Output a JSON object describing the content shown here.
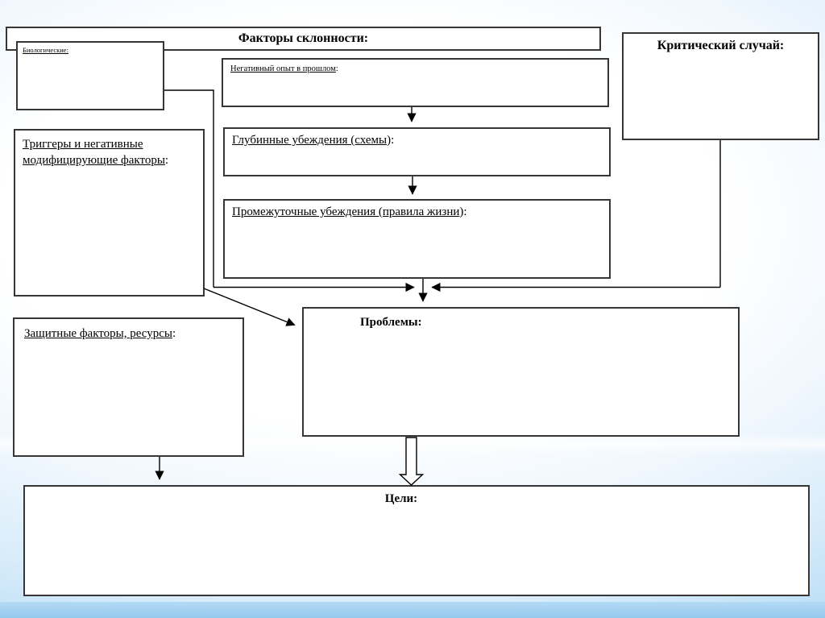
{
  "slide": {
    "title_bar": {
      "label": "Факторы склонности:"
    },
    "boxes": {
      "biological": {
        "label": "Биологические:",
        "suffix": ""
      },
      "negative_experience": {
        "label": "Негативный опыт в прошлом",
        "suffix": ":"
      },
      "core_beliefs": {
        "label": "Глубинные убеждения (схемы",
        "suffix": "):"
      },
      "intermediate_beliefs": {
        "label": "Промежуточные убеждения (правила жизни",
        "suffix": "):"
      },
      "triggers": {
        "label": "Триггеры и негативные модифицирующие факторы",
        "suffix": ":"
      },
      "critical_incident": {
        "label": "Критический случай:"
      },
      "protective_factors": {
        "label": "Защитные факторы, ресурсы",
        "suffix": ":"
      },
      "problems": {
        "label": "Проблемы:"
      },
      "goals": {
        "label": "Цели:"
      }
    },
    "colors": {
      "box_border": "#363636",
      "box_fill": "#ffffff",
      "connector": "#000000",
      "background_edge": "#a5d2f2",
      "background_center": "#ffffff",
      "bottom_band": "#95c9ee"
    }
  }
}
